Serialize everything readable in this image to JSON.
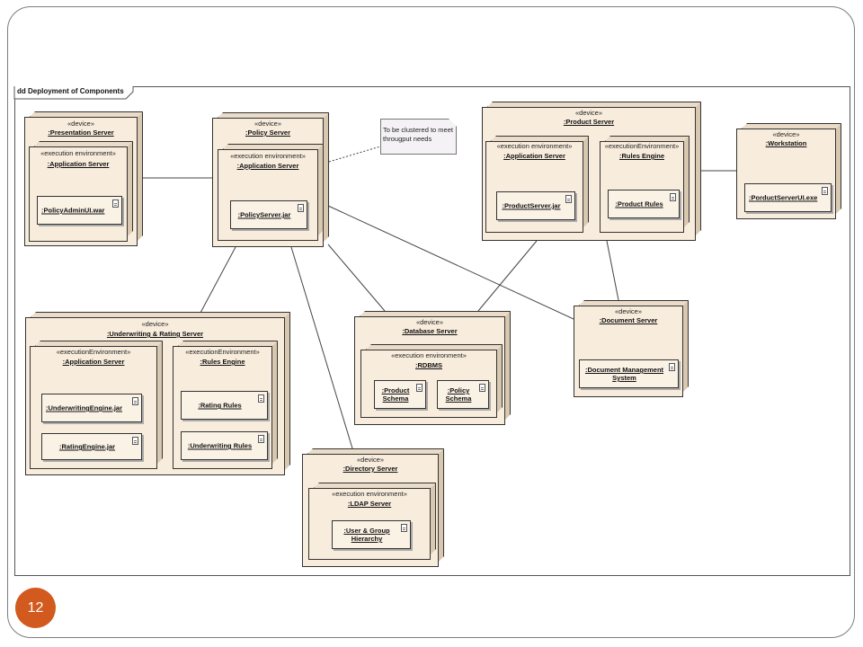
{
  "diagram": {
    "title": "dd Deployment of Components",
    "note": "To be clustered to meet througput needs",
    "nodes": {
      "presentation": {
        "stereotype": "«device»",
        "name": ":Presentation Server",
        "env": {
          "stereotype": "«execution environment»",
          "name": ":Application Server",
          "artifacts": [
            ":PolicyAdminUI.war"
          ]
        }
      },
      "policy": {
        "stereotype": "«device»",
        "name": ":Policy Server",
        "env": {
          "stereotype": "«execution environment»",
          "name": ":Application Server",
          "artifacts": [
            ":PolicyServer.jar"
          ]
        }
      },
      "product": {
        "stereotype": "«device»",
        "name": ":Product Server",
        "env1": {
          "stereotype": "«execution environment»",
          "name": ":Application Server",
          "artifacts": [
            ":ProductServer.jar"
          ]
        },
        "env2": {
          "stereotype": "«executionEnvironment»",
          "name": ":Rules Engine",
          "artifacts": [
            ":Product Rules"
          ]
        }
      },
      "workstation": {
        "stereotype": "«device»",
        "name": ":Workstation",
        "artifacts": [
          ":PorductServerUI.exe"
        ]
      },
      "underwriting": {
        "stereotype": "«device»",
        "name": ":Underwriting & Rating Server",
        "env1": {
          "stereotype": "«executionEnvironment»",
          "name": ":Application Server",
          "artifacts": [
            ":UnderwritingEngine.jar",
            ":RatingEngine.jar"
          ]
        },
        "env2": {
          "stereotype": "«executionEnvironment»",
          "name": ":Rules Engine",
          "artifacts": [
            ":Rating Rules",
            ":Underwriting Rules"
          ]
        }
      },
      "database": {
        "stereotype": "«device»",
        "name": ":Database Server",
        "env": {
          "stereotype": "«execution environment»",
          "name": ":RDBMS",
          "artifacts": [
            ":Product Schema",
            ":Policy Schema"
          ]
        }
      },
      "document": {
        "stereotype": "«device»",
        "name": ":Document Server",
        "artifacts": [
          ":Document Management System"
        ]
      },
      "directory": {
        "stereotype": "«device»",
        "name": ":Directory Server",
        "env": {
          "stereotype": "«execution environment»",
          "name": ":LDAP Server",
          "artifacts": [
            ":User & Group Hierarchy"
          ]
        }
      }
    }
  },
  "slide": {
    "page_number": "12"
  },
  "colors": {
    "node_fill": "#f8ecdc",
    "page_badge": "#d35a1f"
  },
  "icons": [
    "document-icon"
  ]
}
